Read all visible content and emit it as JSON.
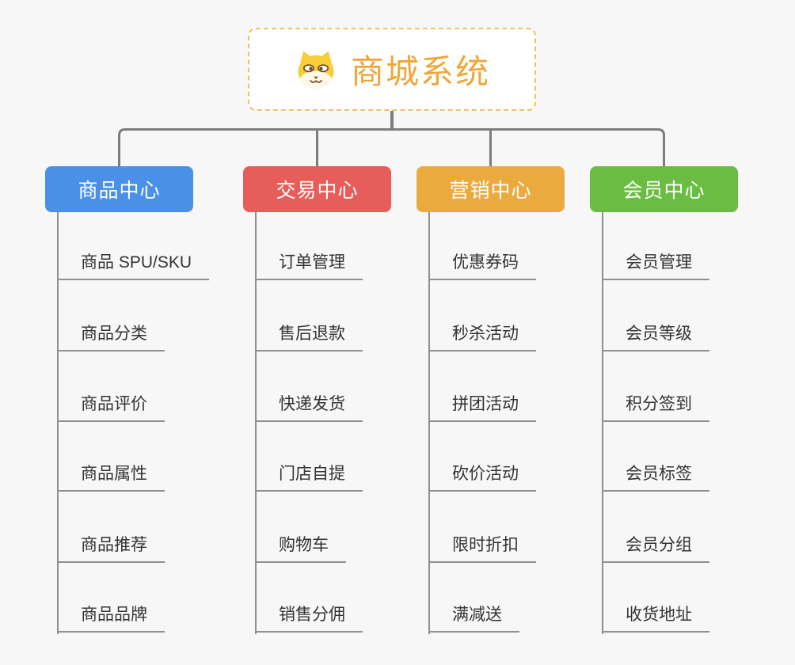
{
  "root": {
    "title": "商城系统",
    "icon": "shiba-dog-icon"
  },
  "branches": [
    {
      "label": "商品中心",
      "color": "#4b90e8",
      "items": [
        "商品 SPU/SKU",
        "商品分类",
        "商品评价",
        "商品属性",
        "商品推荐",
        "商品品牌"
      ]
    },
    {
      "label": "交易中心",
      "color": "#e75d59",
      "items": [
        "订单管理",
        "售后退款",
        "快递发货",
        "门店自提",
        "购物车",
        "销售分佣"
      ]
    },
    {
      "label": "营销中心",
      "color": "#eaaa3e",
      "items": [
        "优惠券码",
        "秒杀活动",
        "拼团活动",
        "砍价活动",
        "限时折扣",
        "满减送"
      ]
    },
    {
      "label": "会员中心",
      "color": "#6abd42",
      "items": [
        "会员管理",
        "会员等级",
        "积分签到",
        "会员标签",
        "会员分组",
        "收货地址"
      ]
    }
  ],
  "colors": {
    "background": "#f7f7f7",
    "root_accent": "#efa73c",
    "root_border": "#f5be60",
    "connector": "#7d7d7d",
    "underline": "#909090",
    "leaf_text": "#333333"
  }
}
